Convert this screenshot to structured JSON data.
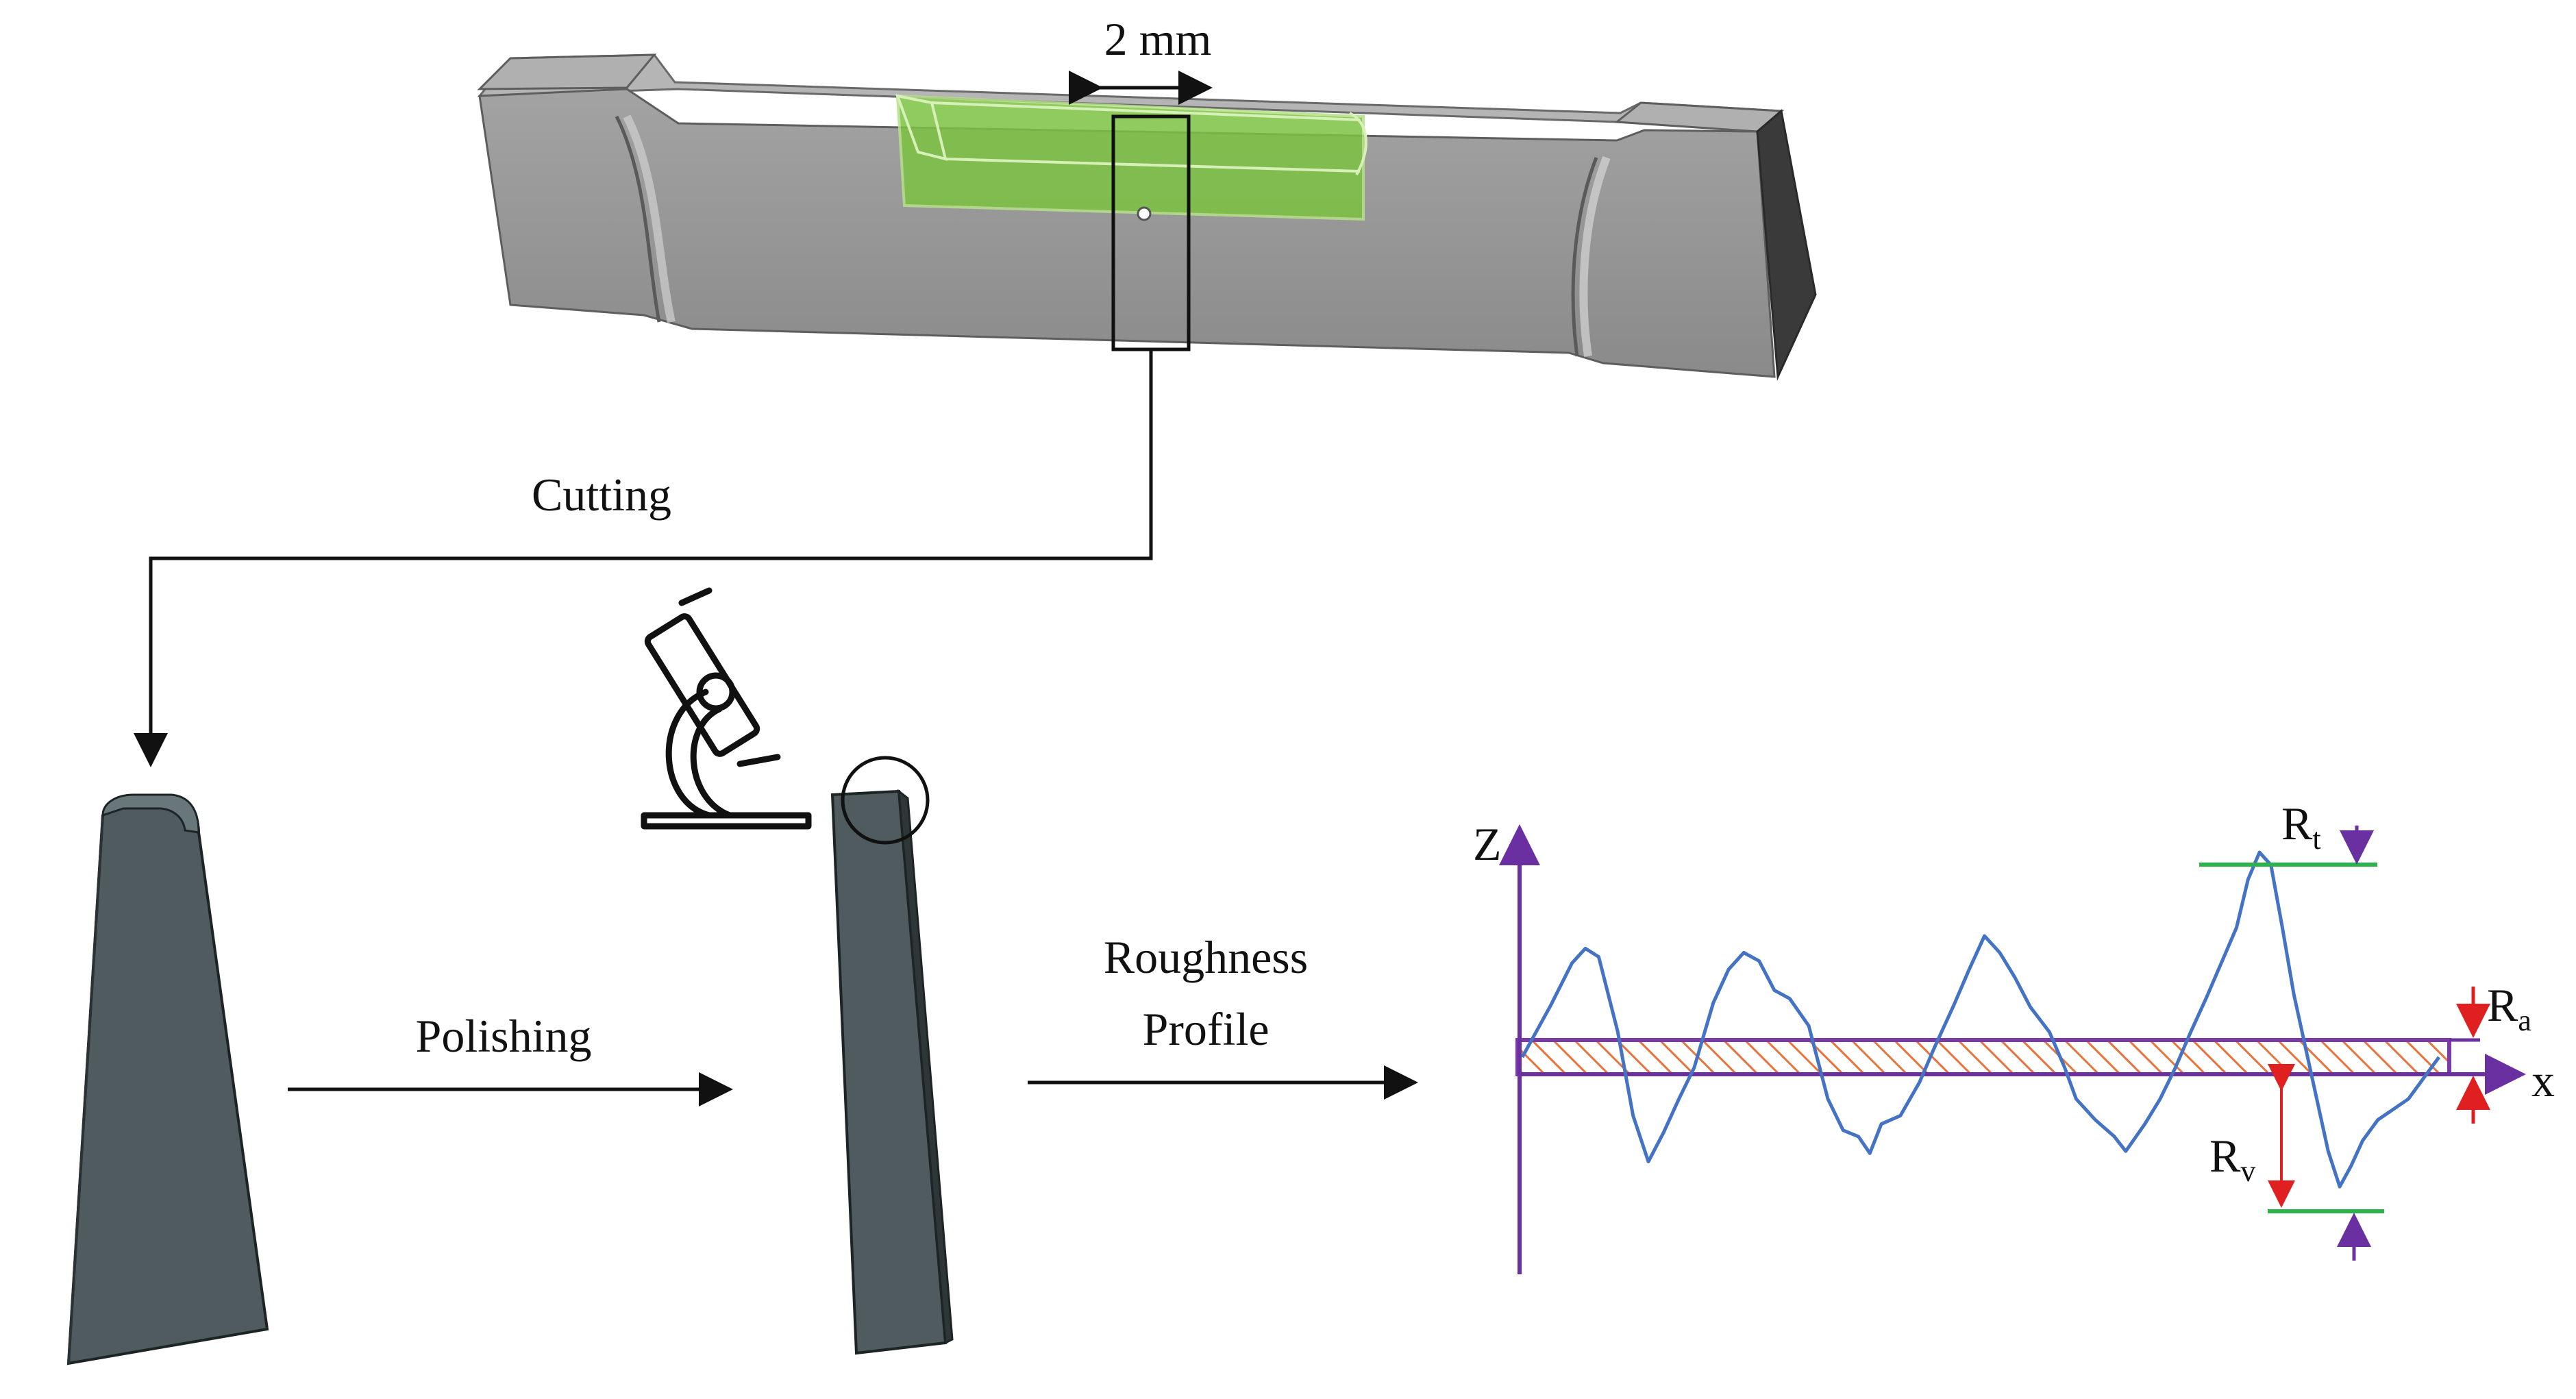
{
  "labels": {
    "width": "2 mm",
    "cutting": "Cutting",
    "polishing": "Polishing",
    "roughness_line1": "Roughness",
    "roughness_line2": "Profile",
    "axis_z": "Z",
    "axis_x": "x",
    "rt_main": "R",
    "rt_sub": "t",
    "ra_main": "R",
    "ra_sub": "a",
    "rv_main": "R",
    "rv_sub": "v"
  },
  "icons": {
    "specimen": "dogbone-specimen-icon",
    "section": "cut-section-icon",
    "microscope": "microscope-icon",
    "magnifier": "magnifier-circle-icon"
  },
  "colors": {
    "profile": "#4472c4",
    "axis": "#6a2fa0",
    "mean_band": "#7a3aa8",
    "hatch": "#e8743b",
    "peak_valley_line": "#2bb24c",
    "arrow_red": "#e02020",
    "arrow_purple": "#6a2fa0",
    "green_region": "#7cc242",
    "specimen_gray": "#8e8e8e",
    "section_dark": "#4f5b5e"
  },
  "profile": [
    [
      0,
      0
    ],
    [
      1.5,
      0.25
    ],
    [
      2.6,
      0.45
    ],
    [
      3.3,
      0.52
    ],
    [
      4,
      0.48
    ],
    [
      5,
      0.12
    ],
    [
      5.8,
      -0.28
    ],
    [
      6.6,
      -0.5
    ],
    [
      7.4,
      -0.36
    ],
    [
      8.2,
      -0.2
    ],
    [
      9,
      -0.05
    ],
    [
      10,
      0.26
    ],
    [
      10.8,
      0.42
    ],
    [
      11.6,
      0.5
    ],
    [
      12.4,
      0.46
    ],
    [
      13.2,
      0.32
    ],
    [
      14,
      0.28
    ],
    [
      15,
      0.15
    ],
    [
      16,
      -0.2
    ],
    [
      16.8,
      -0.35
    ],
    [
      17.6,
      -0.38
    ],
    [
      18.2,
      -0.46
    ],
    [
      18.8,
      -0.32
    ],
    [
      19.8,
      -0.28
    ],
    [
      20.8,
      -0.12
    ],
    [
      21.6,
      0.05
    ],
    [
      22.6,
      0.25
    ],
    [
      23.4,
      0.42
    ],
    [
      24.2,
      0.58
    ],
    [
      25,
      0.5
    ],
    [
      25.8,
      0.38
    ],
    [
      26.6,
      0.24
    ],
    [
      27.6,
      0.12
    ],
    [
      28.4,
      -0.05
    ],
    [
      29,
      -0.2
    ],
    [
      30,
      -0.3
    ],
    [
      31,
      -0.38
    ],
    [
      31.6,
      -0.45
    ],
    [
      32.6,
      -0.32
    ],
    [
      33.4,
      -0.2
    ],
    [
      34.2,
      -0.05
    ],
    [
      35,
      0.12
    ],
    [
      35.8,
      0.28
    ],
    [
      36.6,
      0.45
    ],
    [
      37.4,
      0.62
    ],
    [
      38,
      0.85
    ],
    [
      38.6,
      0.98
    ],
    [
      39.2,
      0.92
    ],
    [
      39.8,
      0.62
    ],
    [
      40.4,
      0.3
    ],
    [
      41,
      0.05
    ],
    [
      41.6,
      -0.2
    ],
    [
      42.2,
      -0.45
    ],
    [
      42.8,
      -0.62
    ],
    [
      43.4,
      -0.52
    ],
    [
      44,
      -0.4
    ],
    [
      44.8,
      -0.3
    ],
    [
      45.6,
      -0.25
    ],
    [
      46.4,
      -0.2
    ],
    [
      47.2,
      -0.1
    ],
    [
      48,
      0.0
    ]
  ]
}
